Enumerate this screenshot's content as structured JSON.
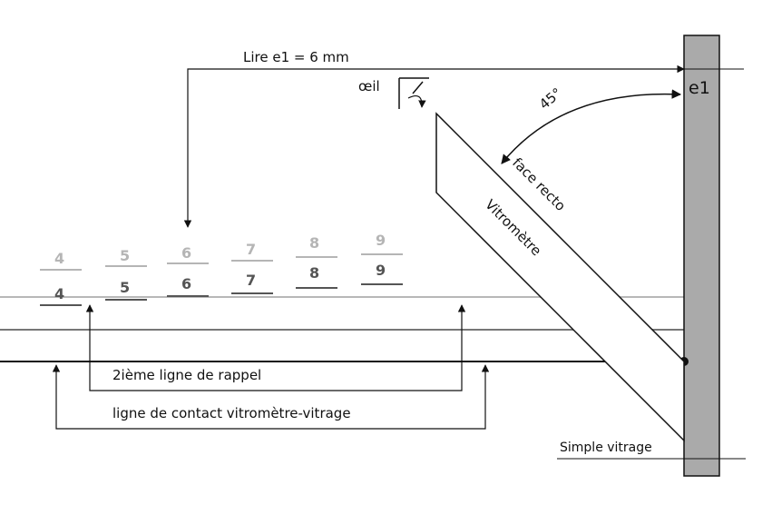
{
  "labels": {
    "lire": "Lire e1 = 6 mm",
    "oeil": "œil",
    "angle": "45°",
    "e1": "e1",
    "face_recto": "face recto",
    "vitrometre": "Vitromètre",
    "ligne_rappel": "2ième ligne de rappel",
    "ligne_contact": "ligne de contact vitromètre-vitrage",
    "simple_vitrage": "Simple vitrage"
  },
  "scale": {
    "top_row": [
      "4",
      "5",
      "6",
      "7",
      "8",
      "9"
    ],
    "bottom_row": [
      "4",
      "5",
      "6",
      "7",
      "8",
      "9"
    ]
  },
  "colors": {
    "glass": "#aaaaaa",
    "top_numbers": "#b5b5b5",
    "bottom_numbers": "#555555",
    "line": "#111111"
  }
}
